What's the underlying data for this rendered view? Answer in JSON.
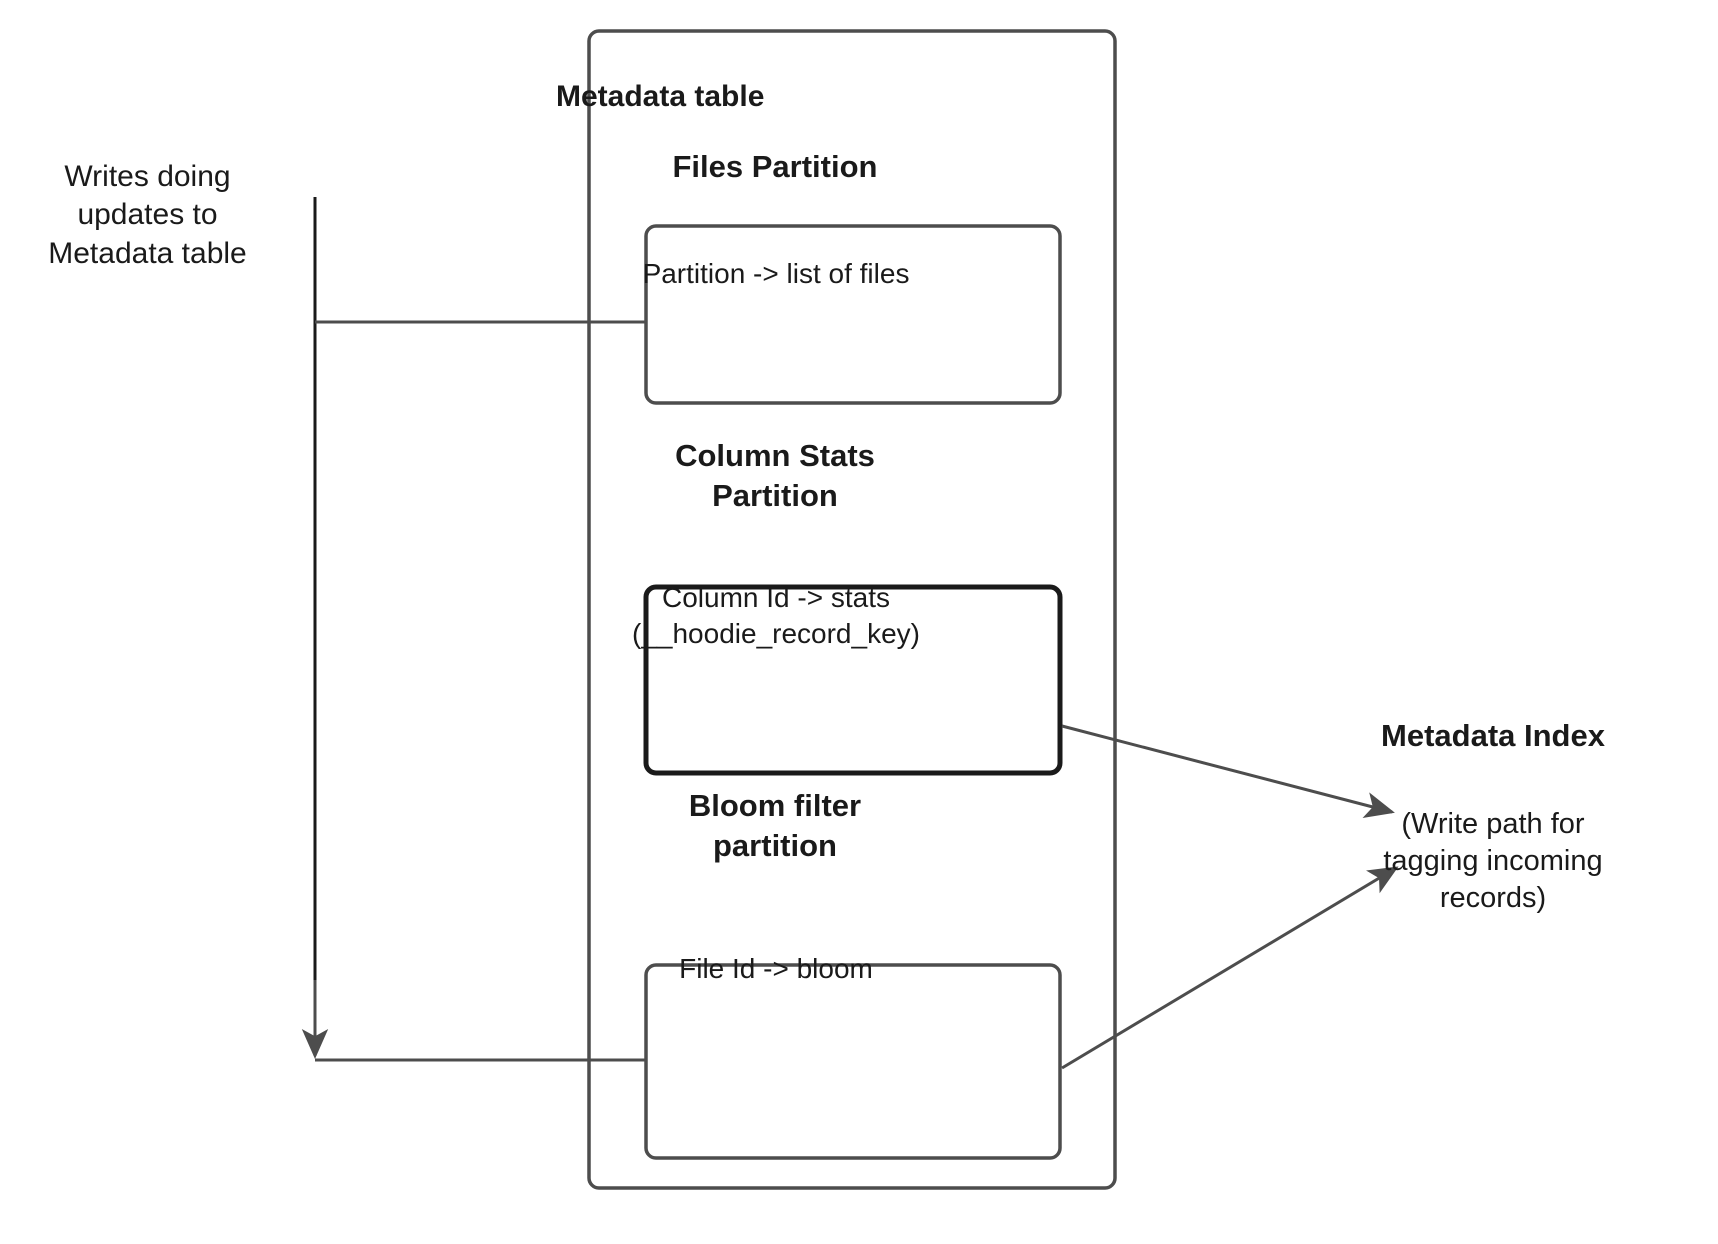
{
  "diagram": {
    "title": "Hudi Metadata table write path",
    "background_color": "#ffffff",
    "stroke_color": "#4d4d4d",
    "text_color": "#1a1a1a"
  },
  "left_annotation": {
    "label": "Writes doing\nupdates to\nMetadata table"
  },
  "metadata_table": {
    "title": "Metadata table",
    "partitions": [
      {
        "heading": "Files Partition",
        "box_text": "Partition -> list of files",
        "emphasized": false
      },
      {
        "heading": "Column Stats\nPartition",
        "box_text": "Column Id  -> stats\n(__hoodie_record_key)",
        "emphasized": true
      },
      {
        "heading": "Bloom filter\npartition",
        "box_text": "File Id -> bloom",
        "emphasized": false
      }
    ]
  },
  "metadata_index": {
    "title": "Metadata Index",
    "caption": "(Write path for\ntagging incoming\nrecords)"
  },
  "connectors": [
    {
      "name": "writes-to-files-partition",
      "from": "writes-line",
      "to": "files-partition-box",
      "arrow": false
    },
    {
      "name": "writes-to-bloom-partition",
      "from": "writes-line",
      "to": "bloom-filter-box",
      "arrow": true
    },
    {
      "name": "column-stats-to-metadata-index",
      "from": "column-stats-box",
      "to": "metadata-index",
      "arrow": true
    },
    {
      "name": "bloom-filter-to-metadata-index",
      "from": "bloom-filter-box",
      "to": "metadata-index",
      "arrow": true
    }
  ]
}
